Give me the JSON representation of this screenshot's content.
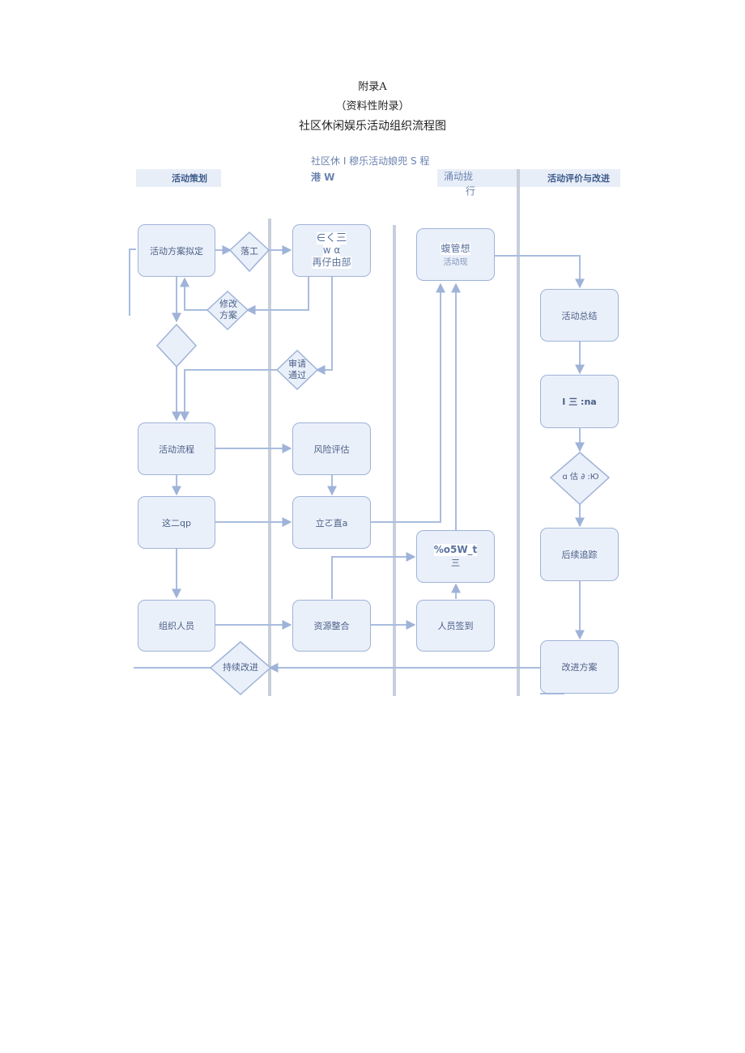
{
  "header": {
    "line1": "附录A",
    "line2": "（资料性附录）",
    "line3": "社区休闲娱乐活动组织流程图"
  },
  "diagram": {
    "subtitle_line1": "社区休 I 穆乐活动娘兜 S 程",
    "subtitle_line2": "港 W",
    "lanes": {
      "planning": "活动策划",
      "execution": "涌动拢",
      "execution2": "行",
      "evaluation": "活动评价与改进"
    },
    "nodes": {
      "plan_draft": "活动方案拟定",
      "decision_review": "落工",
      "submit_box_1": "∈く三",
      "submit_box_2": "w α",
      "submit_box_3": "再仔由部",
      "modify": "修改\n方案",
      "small_decision": "",
      "approve": "审请\n通过",
      "activity_flow": "活动流程",
      "risk_assess": "风险评估",
      "publicity": "这二qp",
      "cost": "立ㄛ直a",
      "organize_staff": "组织人员",
      "resource": "资源整合",
      "continue_improve": "持续改进",
      "site_manage": "蝮管想",
      "site_manage_sub": "活动现",
      "safety": "%o5W_t",
      "safety_sub": "三",
      "checkin": "人员签到",
      "summary": "活动总结",
      "feedback": "I 三 :na",
      "eval_decision": "ɑ 估 ∂ :Ю",
      "follow_up": "后续追踪",
      "improve_plan": "改进方案"
    }
  }
}
